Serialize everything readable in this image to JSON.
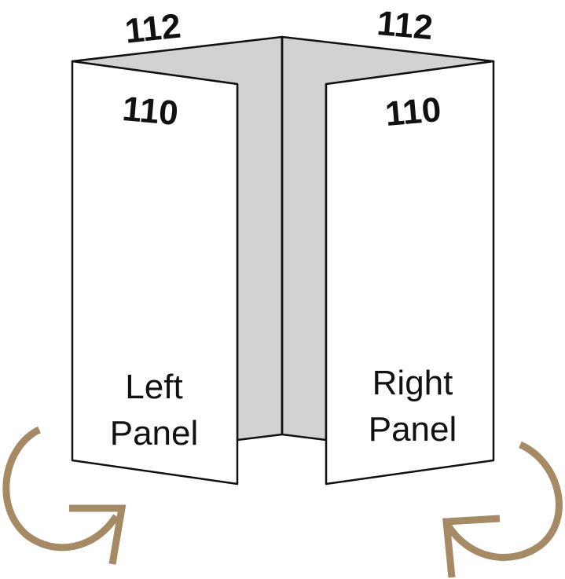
{
  "colors": {
    "background": "#ffffff",
    "inner_face": "#d1d2d4",
    "panel_face": "#ffffff",
    "outline": "#111111",
    "arrow": "#a58a64"
  },
  "dimensions": {
    "top_left": "112",
    "top_right": "112",
    "left_panel": "110",
    "right_panel": "110"
  },
  "panels": {
    "left": {
      "line1": "Left",
      "line2": "Panel"
    },
    "right": {
      "line1": "Right",
      "line2": "Panel"
    }
  },
  "arrows": {
    "left": "rotate-counterclockwise-arrow-icon",
    "right": "rotate-clockwise-arrow-icon"
  }
}
